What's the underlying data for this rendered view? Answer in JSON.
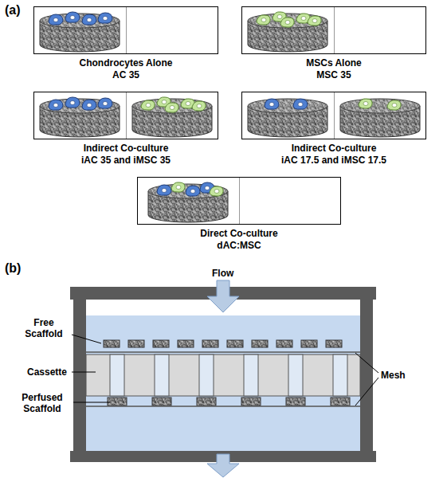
{
  "diagram": {
    "nodes": [
      {
        "text": [
          "Chondrocytes Alone",
          "AC 35"
        ]
      },
      {
        "text": [
          "MSCs Alone",
          "MSC 35"
        ]
      },
      {
        "text": [
          "Indirect Co-culture",
          "iAC 35 and iMSC 35"
        ]
      },
      {
        "text": [
          "Indirect Co-culture",
          "iAC 17.5 and iMSC 17.5"
        ]
      },
      {
        "text": [
          "Direct Co-culture",
          "dAC:MSC"
        ]
      }
    ],
    "edges": [],
    "labels": [
      "(a)",
      "(b)",
      "Flow",
      "Free Scaffold",
      "Cassette",
      "Perfused Scaffold",
      "Mesh"
    ]
  }
}
